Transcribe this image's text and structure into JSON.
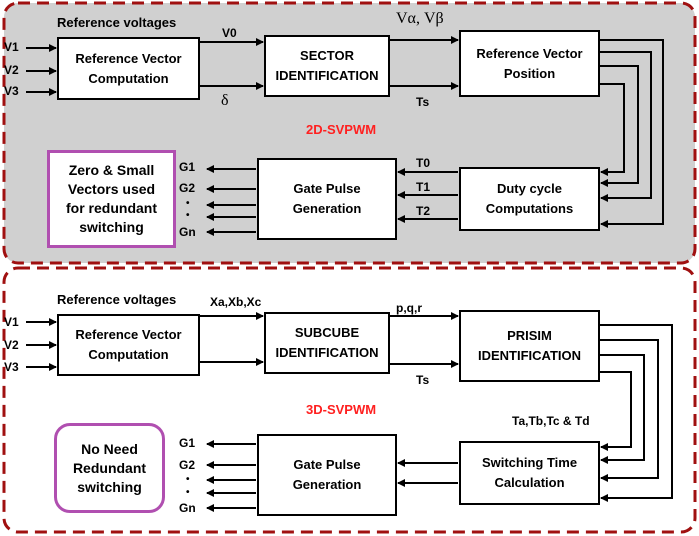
{
  "colors": {
    "panel_fill": "#d0d0d0",
    "panel_border": "#a01010",
    "title_red": "#ff2020",
    "redundant_border": "#b04fb0"
  },
  "top": {
    "title": "2D-SVPWM",
    "reference_voltages_label": "Reference voltages",
    "inputs": [
      "V1",
      "V2",
      "V3"
    ],
    "block_reference_vector_computation": [
      "Reference Vector",
      "Computation"
    ],
    "block_sector_identification": [
      "SECTOR",
      "IDENTIFICATION"
    ],
    "block_reference_vector_position": [
      "Reference Vector",
      "Position"
    ],
    "block_duty_cycle_computations": [
      "Duty cycle",
      "Computations"
    ],
    "block_gate_pulse_generation": [
      "Gate Pulse",
      "Generation"
    ],
    "signal_v0": "V0",
    "signal_delta": "δ",
    "signal_valpha_vbeta": "Vα, Vβ",
    "signal_ts": "Ts",
    "times": [
      "T0",
      "T1",
      "T2"
    ],
    "gates": [
      "G1",
      "G2",
      "•",
      "•",
      "Gn"
    ],
    "redundant_note": [
      "Zero & Small",
      "Vectors used",
      "for redundant",
      "switching"
    ]
  },
  "bottom": {
    "title": "3D-SVPWM",
    "reference_voltages_label": "Reference voltages",
    "inputs": [
      "V1",
      "V2",
      "V3"
    ],
    "block_reference_vector_computation": [
      "Reference Vector",
      "Computation"
    ],
    "block_subcube_identification": [
      "SUBCUBE",
      "IDENTIFICATION"
    ],
    "block_prisim_identification": [
      "PRISIM",
      "IDENTIFICATION"
    ],
    "block_switching_time_calculation": [
      "Switching Time",
      "Calculation"
    ],
    "block_gate_pulse_generation": [
      "Gate Pulse",
      "Generation"
    ],
    "signal_xabc": "Xa,Xb,Xc",
    "signal_pqr": "p,q,r",
    "signal_ts": "Ts",
    "signal_times": "Ta,Tb,Tc & Td",
    "gates": [
      "G1",
      "G2",
      "•",
      "•",
      "Gn"
    ],
    "redundant_note": [
      "No Need",
      "Redundant",
      "switching"
    ]
  }
}
